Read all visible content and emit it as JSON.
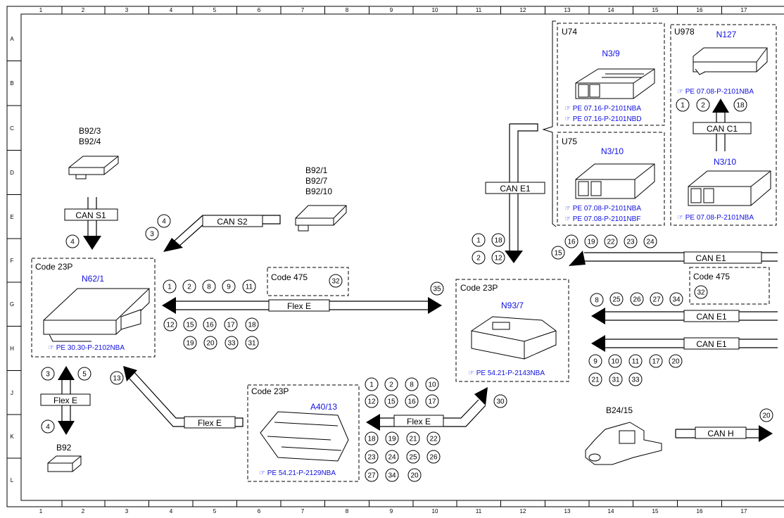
{
  "grid": {
    "columns": [
      "1",
      "2",
      "3",
      "4",
      "5",
      "6",
      "7",
      "8",
      "9",
      "10",
      "11",
      "12",
      "13",
      "14",
      "15",
      "16",
      "17"
    ],
    "rows": [
      "A",
      "B",
      "C",
      "D",
      "E",
      "F",
      "G",
      "H",
      "J",
      "K",
      "L"
    ]
  },
  "labels": [
    {
      "id": "b92-3-label",
      "text": "B92/3",
      "cls": "lbl"
    },
    {
      "id": "b92-4-label",
      "text": "B92/4",
      "cls": "lbl"
    },
    {
      "id": "b92-1-label",
      "text": "B92/1",
      "cls": "lbl"
    },
    {
      "id": "b92-7-label",
      "text": "B92/7",
      "cls": "lbl"
    },
    {
      "id": "b92-10-label",
      "text": "B92/10",
      "cls": "lbl"
    },
    {
      "id": "can-s1-label",
      "text": "CAN S1",
      "cls": "lbl"
    },
    {
      "id": "can-s2-label",
      "text": "CAN S2",
      "cls": "lbl"
    },
    {
      "id": "code-23p-a-label",
      "text": "Code 23P",
      "cls": "lbl"
    },
    {
      "id": "n62-1-label",
      "text": "N62/1",
      "cls": "blue"
    },
    {
      "id": "n62-1-ref",
      "text": "☞ PE 30.30-P-2102NBA",
      "cls": "ref"
    },
    {
      "id": "code-475-a-label",
      "text": "Code 475",
      "cls": "lbl"
    },
    {
      "id": "flex-e-main-label",
      "text": "Flex E",
      "cls": "lbl"
    },
    {
      "id": "flex-e-left-label",
      "text": "Flex E",
      "cls": "lbl"
    },
    {
      "id": "flex-e-diag-label",
      "text": "Flex E",
      "cls": "lbl"
    },
    {
      "id": "flex-e-a40-label",
      "text": "Flex E",
      "cls": "lbl"
    },
    {
      "id": "b92-label",
      "text": "B92",
      "cls": "lbl"
    },
    {
      "id": "code-23p-b-label",
      "text": "Code 23P",
      "cls": "lbl"
    },
    {
      "id": "a40-13-label",
      "text": "A40/13",
      "cls": "blue"
    },
    {
      "id": "a40-13-ref",
      "text": "☞ PE 54.21-P-2129NBA",
      "cls": "ref"
    },
    {
      "id": "code-23p-c-label",
      "text": "Code 23P",
      "cls": "lbl"
    },
    {
      "id": "n93-7-label",
      "text": "N93/7",
      "cls": "blue"
    },
    {
      "id": "n93-7-ref",
      "text": "☞ PE 54.21-P-2143NBA",
      "cls": "ref"
    },
    {
      "id": "can-e1-vert-label",
      "text": "CAN E1",
      "cls": "lbl"
    },
    {
      "id": "u74-label",
      "text": "U74",
      "cls": "lbl"
    },
    {
      "id": "n3-9-label",
      "text": "N3/9",
      "cls": "blue"
    },
    {
      "id": "n3-9-ref1",
      "text": "☞ PE 07.16-P-2101NBA",
      "cls": "ref"
    },
    {
      "id": "n3-9-ref2",
      "text": "☞ PE 07.16-P-2101NBD",
      "cls": "ref"
    },
    {
      "id": "u75-label",
      "text": "U75",
      "cls": "lbl"
    },
    {
      "id": "n3-10-u75-label",
      "text": "N3/10",
      "cls": "blue"
    },
    {
      "id": "n3-10-u75-ref1",
      "text": "☞ PE 07.08-P-2101NBA",
      "cls": "ref"
    },
    {
      "id": "n3-10-u75-ref2",
      "text": "☞ PE 07.08-P-2101NBF",
      "cls": "ref"
    },
    {
      "id": "u978-label",
      "text": "U978",
      "cls": "lbl"
    },
    {
      "id": "n127-label",
      "text": "N127",
      "cls": "blue"
    },
    {
      "id": "n127-ref",
      "text": "☞ PE 07.08-P-2101NBA",
      "cls": "ref"
    },
    {
      "id": "can-c1-label",
      "text": "CAN C1",
      "cls": "lbl"
    },
    {
      "id": "n3-10-u978-label",
      "text": "N3/10",
      "cls": "blue"
    },
    {
      "id": "n3-10-u978-ref",
      "text": "☞ PE 07.08-P-2101NBA",
      "cls": "ref"
    },
    {
      "id": "can-e1-top-label",
      "text": "CAN E1",
      "cls": "lbl"
    },
    {
      "id": "code-475-b-label",
      "text": "Code 475",
      "cls": "lbl"
    },
    {
      "id": "can-e1-mid-label",
      "text": "CAN E1",
      "cls": "lbl"
    },
    {
      "id": "can-e1-low-label",
      "text": "CAN E1",
      "cls": "lbl"
    },
    {
      "id": "b24-15-label",
      "text": "B24/15",
      "cls": "lbl"
    },
    {
      "id": "can-h-label",
      "text": "CAN H",
      "cls": "lbl"
    }
  ],
  "circles": [
    {
      "id": "c-s2-4",
      "text": "4"
    },
    {
      "id": "c-s2-3",
      "text": "3"
    },
    {
      "id": "c-s1-4",
      "text": "4"
    },
    {
      "id": "c-g1",
      "text": "1"
    },
    {
      "id": "c-g2",
      "text": "2"
    },
    {
      "id": "c-g8",
      "text": "8"
    },
    {
      "id": "c-g9",
      "text": "9"
    },
    {
      "id": "c-g11",
      "text": "11"
    },
    {
      "id": "c-475a-32",
      "text": "32"
    },
    {
      "id": "c-35",
      "text": "35"
    },
    {
      "id": "c-h12",
      "text": "12"
    },
    {
      "id": "c-h15",
      "text": "15"
    },
    {
      "id": "c-h16",
      "text": "16"
    },
    {
      "id": "c-h17",
      "text": "17"
    },
    {
      "id": "c-h18",
      "text": "18"
    },
    {
      "id": "c-h19",
      "text": "19"
    },
    {
      "id": "c-h20",
      "text": "20"
    },
    {
      "id": "c-h33",
      "text": "33"
    },
    {
      "id": "c-h31",
      "text": "31"
    },
    {
      "id": "c-l3",
      "text": "3"
    },
    {
      "id": "c-l5",
      "text": "5"
    },
    {
      "id": "c-l4",
      "text": "4"
    },
    {
      "id": "c-13",
      "text": "13"
    },
    {
      "id": "c-j1",
      "text": "1"
    },
    {
      "id": "c-j2",
      "text": "2"
    },
    {
      "id": "c-j8",
      "text": "8"
    },
    {
      "id": "c-j10",
      "text": "10"
    },
    {
      "id": "c-j12",
      "text": "12"
    },
    {
      "id": "c-j15",
      "text": "15"
    },
    {
      "id": "c-j16",
      "text": "16"
    },
    {
      "id": "c-j17",
      "text": "17"
    },
    {
      "id": "c-30",
      "text": "30"
    },
    {
      "id": "c-k18",
      "text": "18"
    },
    {
      "id": "c-k19",
      "text": "19"
    },
    {
      "id": "c-k21",
      "text": "21"
    },
    {
      "id": "c-k22",
      "text": "22"
    },
    {
      "id": "c-k23",
      "text": "23"
    },
    {
      "id": "c-k24",
      "text": "24"
    },
    {
      "id": "c-k25",
      "text": "25"
    },
    {
      "id": "c-k26",
      "text": "26"
    },
    {
      "id": "c-k27",
      "text": "27"
    },
    {
      "id": "c-k34",
      "text": "34"
    },
    {
      "id": "c-k20",
      "text": "20"
    },
    {
      "id": "c-f1",
      "text": "1"
    },
    {
      "id": "c-f18",
      "text": "18"
    },
    {
      "id": "c-f2",
      "text": "2"
    },
    {
      "id": "c-f12",
      "text": "12"
    },
    {
      "id": "c-n127-1",
      "text": "1"
    },
    {
      "id": "c-n127-2",
      "text": "2"
    },
    {
      "id": "c-n127-18",
      "text": "18"
    },
    {
      "id": "c-e15",
      "text": "15"
    },
    {
      "id": "c-e16",
      "text": "16"
    },
    {
      "id": "c-e19",
      "text": "19"
    },
    {
      "id": "c-e22",
      "text": "22"
    },
    {
      "id": "c-e23",
      "text": "23"
    },
    {
      "id": "c-e24",
      "text": "24"
    },
    {
      "id": "c-475b-32",
      "text": "32"
    },
    {
      "id": "c-m8",
      "text": "8"
    },
    {
      "id": "c-m25",
      "text": "25"
    },
    {
      "id": "c-m26",
      "text": "26"
    },
    {
      "id": "c-m27",
      "text": "27"
    },
    {
      "id": "c-m34",
      "text": "34"
    },
    {
      "id": "c-r9",
      "text": "9"
    },
    {
      "id": "c-r10",
      "text": "10"
    },
    {
      "id": "c-r11",
      "text": "11"
    },
    {
      "id": "c-r17",
      "text": "17"
    },
    {
      "id": "c-r20",
      "text": "20"
    },
    {
      "id": "c-r21",
      "text": "21"
    },
    {
      "id": "c-r31",
      "text": "31"
    },
    {
      "id": "c-r33",
      "text": "33"
    },
    {
      "id": "c-h-20",
      "text": "20"
    }
  ]
}
